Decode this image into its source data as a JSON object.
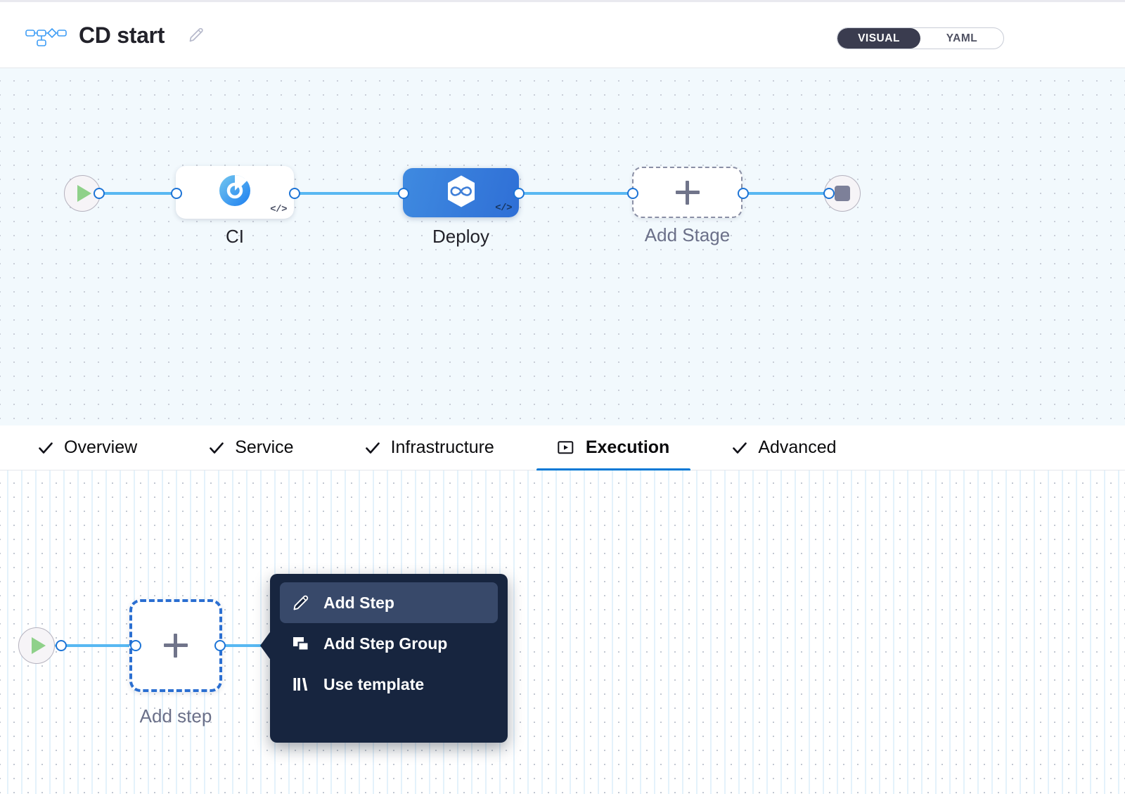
{
  "header": {
    "pipeline_icon": "pipeline-flow-icon",
    "title": "CD start",
    "edit_icon": "edit-pencil-icon",
    "mode_toggle": {
      "options": [
        "VISUAL",
        "YAML"
      ],
      "selected": "VISUAL"
    }
  },
  "pipeline_canvas": {
    "start_node": {
      "icon": "play-icon",
      "label": ""
    },
    "stages": [
      {
        "id": "ci",
        "label": "CI",
        "icon": "ci-circle-icon",
        "badge": "</>",
        "selected": false
      },
      {
        "id": "deploy",
        "label": "Deploy",
        "icon": "harness-infinity-icon",
        "badge": "</>",
        "selected": true
      },
      {
        "id": "add-stage",
        "label": "Add Stage",
        "icon": "plus-icon",
        "badge": "",
        "selected": false
      }
    ],
    "end_node": {
      "icon": "stop-icon"
    }
  },
  "tabs": [
    {
      "id": "overview",
      "label": "Overview",
      "icon": "check-icon",
      "active": false
    },
    {
      "id": "service",
      "label": "Service",
      "icon": "check-icon",
      "active": false
    },
    {
      "id": "infrastructure",
      "label": "Infrastructure",
      "icon": "check-icon",
      "active": false
    },
    {
      "id": "execution",
      "label": "Execution",
      "icon": "execution-play-box-icon",
      "active": true
    },
    {
      "id": "advanced",
      "label": "Advanced",
      "icon": "check-icon",
      "active": false
    }
  ],
  "execution_canvas": {
    "start_node": {
      "icon": "play-icon"
    },
    "add_step_node": {
      "label": "Add step",
      "icon": "plus-icon",
      "selected": true
    }
  },
  "context_menu": {
    "items": [
      {
        "id": "add-step",
        "label": "Add Step",
        "icon": "pencil-icon",
        "highlighted": true
      },
      {
        "id": "add-step-group",
        "label": "Add Step Group",
        "icon": "step-group-icon",
        "highlighted": false
      },
      {
        "id": "use-template",
        "label": "Use template",
        "icon": "template-bars-icon",
        "highlighted": false
      }
    ]
  },
  "colors": {
    "accent_blue": "#0278d5",
    "edge_blue": "#58b8f2",
    "port_blue": "#1d74d6",
    "deploy_blue": "#2f6fd6",
    "menu_navy": "#17253f",
    "menu_highlight": "#38496a",
    "canvas_top_bg": "#f2f9fd",
    "start_green": "#8fd18a",
    "stop_gray": "#7d8099"
  }
}
